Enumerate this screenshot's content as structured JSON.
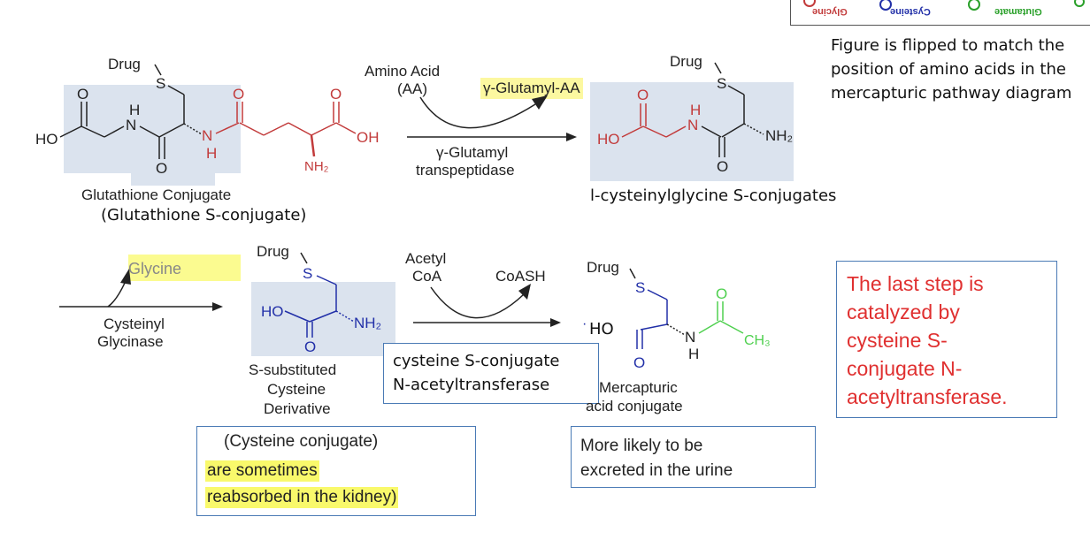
{
  "colors": {
    "glycine": "#c23b3b",
    "cysteine": "#2230a8",
    "glutamate": "#2aa02a",
    "acetyl": "#4fd04f",
    "shade": "#dbe3ee",
    "highlight": "#fcf8a0",
    "callout_red": "#e03030",
    "box_border": "#4a7ab5"
  },
  "legend_mirrored": {
    "glycine": "Glycine",
    "cysteine": "Cysteine",
    "glutamate": "Glutamate"
  },
  "figure_note": "Figure is flipped to match the position of amino acids in the mercapturic pathway diagram",
  "step1": {
    "reactant_name": "Glutathione Conjugate",
    "reactant_alt": "(Glutathione S-conjugate)",
    "cosubstrate_line1": "Amino Acid",
    "cosubstrate_line2": "(AA)",
    "byproduct": "γ-Glutamyl-AA",
    "enzyme_line1": "γ-Glutamyl",
    "enzyme_line2": "transpeptidase",
    "product_name": "l-cysteinylglycine S-conjugates"
  },
  "step2": {
    "byproduct": "Glycine",
    "enzyme_line1": "Cysteinyl",
    "enzyme_line2": "Glycinase",
    "product_line1": "S-substituted",
    "product_line2": "Cysteine",
    "product_line3": "Derivative",
    "note_line1": "(Cysteine conjugate)",
    "note_line2": "are sometimes",
    "note_line3": "reabsorbed in the kidney)"
  },
  "step3": {
    "cosubstrate_line1": "Acetyl",
    "cosubstrate_line2": "CoA",
    "byproduct": "CoASH",
    "enzyme_line1": "cysteine S-conjugate",
    "enzyme_line2": "N-acetyltransferase",
    "product_line1": "Mercapturic",
    "product_line2": "acid conjugate",
    "note_line1": "More likely to be",
    "note_line2": "excreted in the urine"
  },
  "callout": {
    "line1": "The last step is",
    "line2": "catalyzed by",
    "line3": "cysteine S-",
    "line4": "conjugate N-",
    "line5": "acetyltransferase."
  },
  "atoms": {
    "drug": "Drug",
    "s": "S",
    "ho": "HO",
    "oh": "OH",
    "o": "O",
    "n": "N",
    "h": "H",
    "nh2": "NH₂",
    "ch3": "CH₃"
  }
}
